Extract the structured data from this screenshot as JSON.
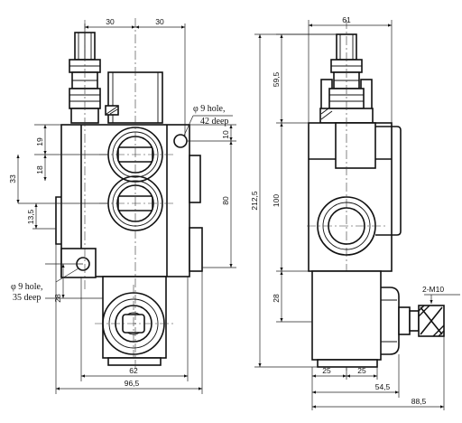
{
  "dimensions": {
    "front": {
      "top_left": "30",
      "top_right": "30",
      "left_19": "19",
      "left_33": "33",
      "left_18": "18",
      "left_13_5": "13,5",
      "left_28": "28",
      "right_10": "10",
      "right_80": "80",
      "bottom_62": "62",
      "bottom_96_5": "96,5"
    },
    "side": {
      "top_61": "61",
      "v_59_5": "59,5",
      "v_212_5": "212,5",
      "v_100": "100",
      "v_28": "28",
      "bottom_25_left": "25",
      "bottom_25_right": "25",
      "bottom_54_5": "54,5",
      "bottom_88_5": "88,5",
      "thread": "2-M10"
    }
  },
  "notes": {
    "hole_top_line1": "φ 9 hole,",
    "hole_top_line2": "42 deep",
    "hole_bottom_line1": "φ 9 hole,",
    "hole_bottom_line2": "35 deep"
  }
}
